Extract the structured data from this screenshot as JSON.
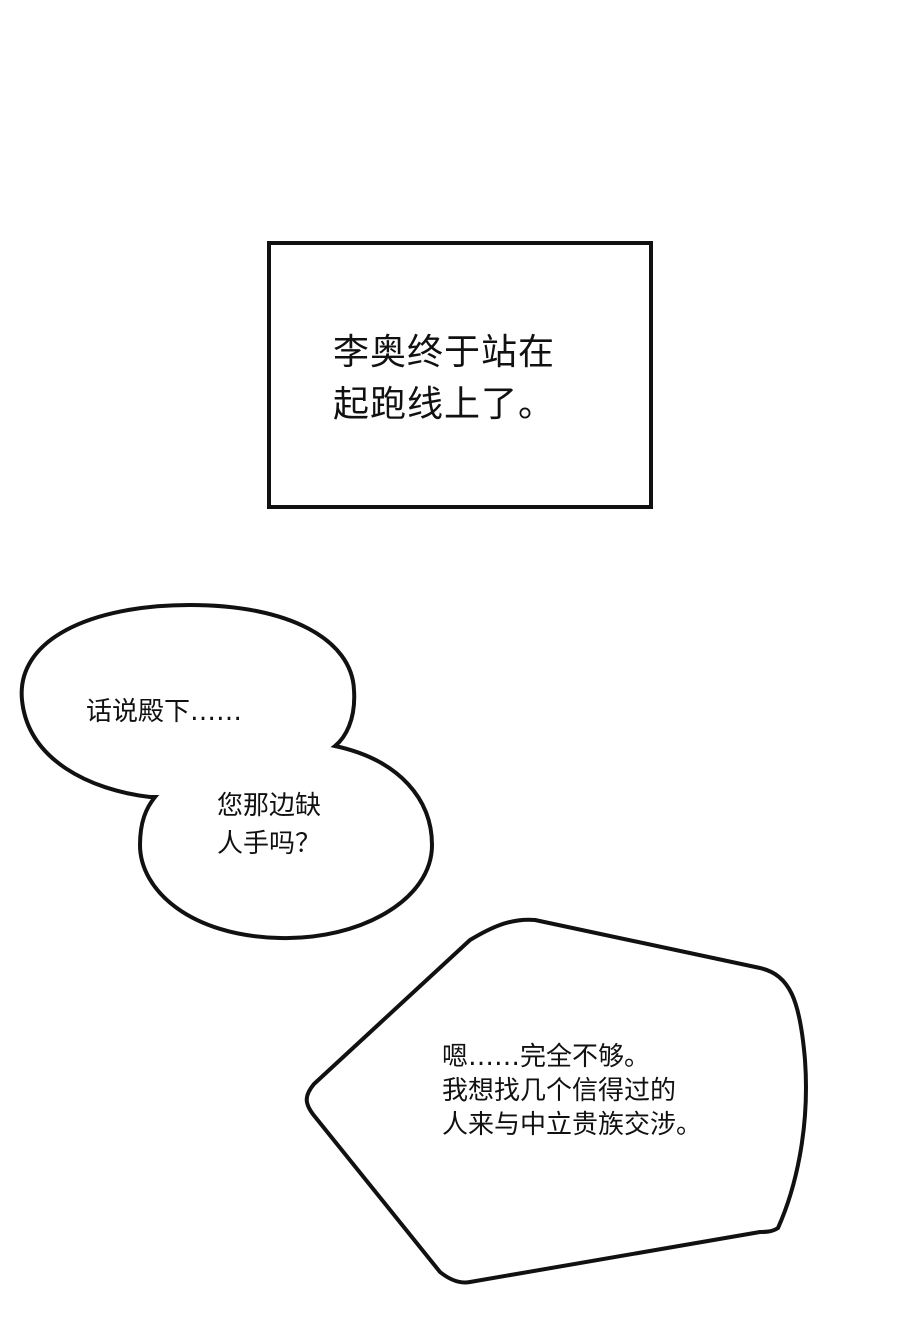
{
  "narration": {
    "lines": [
      "李奥终于站在",
      "起跑线上了。"
    ],
    "text": "李奥终于站在\n起跑线上了。"
  },
  "bubble_1": {
    "part_1": "话说殿下……",
    "part_2": "您那边缺\n人手吗？"
  },
  "bubble_2": {
    "text": "嗯……完全不够。\n我想找几个信得过的\n人来与中立贵族交涉。"
  },
  "colors": {
    "background": "#ffffff",
    "ink": "#111111"
  }
}
